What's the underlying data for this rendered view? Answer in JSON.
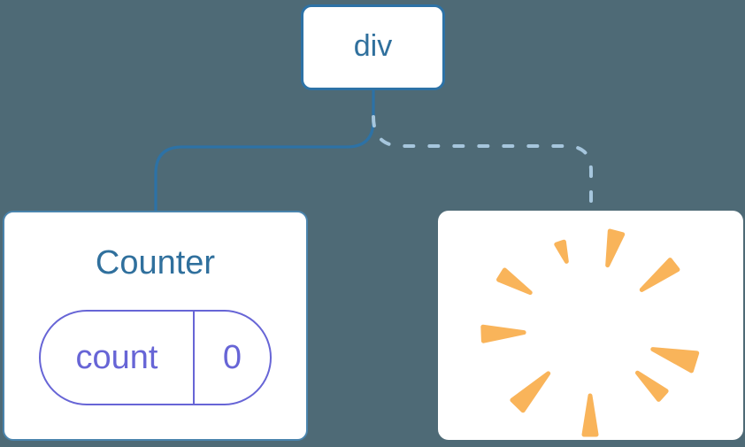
{
  "diagram": {
    "root_node": {
      "label": "div"
    },
    "counter_card": {
      "title": "Counter",
      "state_pill": {
        "name": "count",
        "value": "0"
      }
    },
    "poof_card": {
      "icon": "poof-burst-icon"
    },
    "connectors": {
      "solid": "div-to-counter",
      "dashed": "div-to-removed-node"
    },
    "colors": {
      "background": "#4e6a76",
      "card_background": "#ffffff",
      "node_border_blue": "#2d72a6",
      "text_blue": "#30709d",
      "solid_line_blue": "#2d72a6",
      "dashed_line_blue": "#a6c6dd",
      "state_purple": "#6765d6",
      "poof_orange": "#f9b45a"
    }
  }
}
